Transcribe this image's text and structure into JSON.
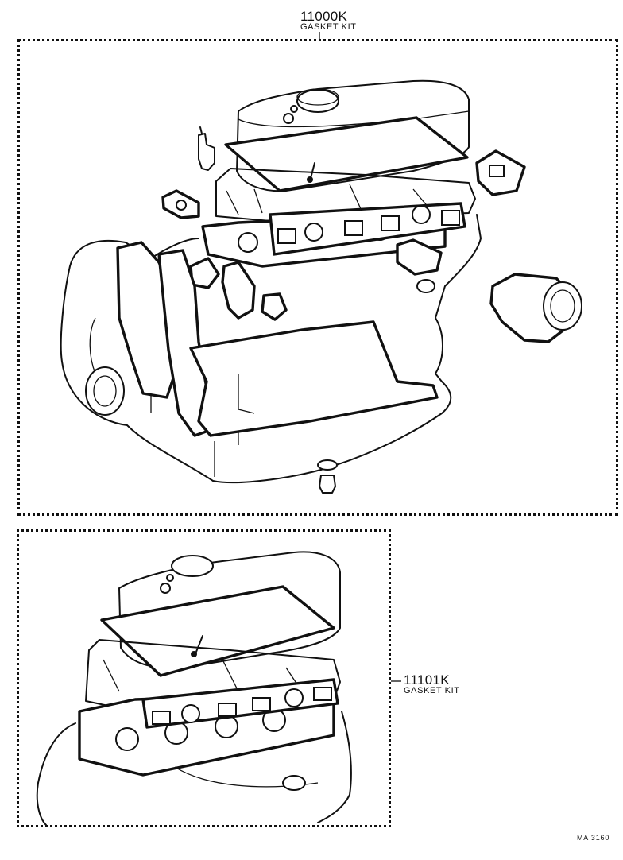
{
  "kits": [
    {
      "part_number": "11000K",
      "name": "GASKET KIT"
    },
    {
      "part_number": "11101K",
      "name": "GASKET KIT"
    }
  ],
  "sheet_code": "MA  3160"
}
